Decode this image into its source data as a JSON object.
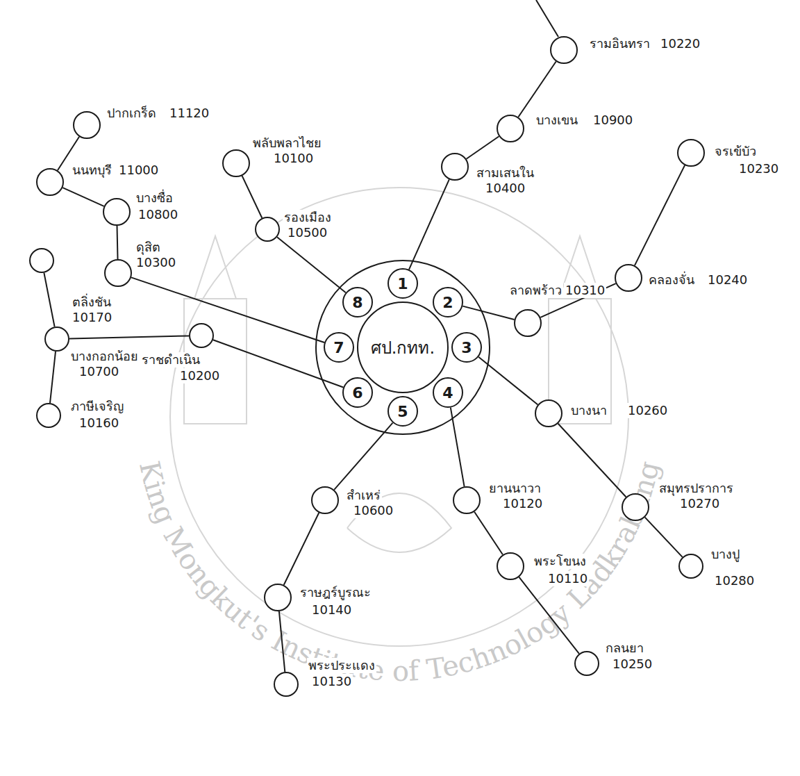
{
  "diagram": {
    "nodes": [
      {
        "text": [
          "ศป.กทท."
        ]
      },
      {
        "text": [
          "1"
        ]
      },
      {
        "text": [
          "2"
        ]
      },
      {
        "text": [
          "3"
        ]
      },
      {
        "text": [
          "4"
        ]
      },
      {
        "text": [
          "5"
        ]
      },
      {
        "text": [
          "6"
        ]
      },
      {
        "text": [
          "7"
        ]
      },
      {
        "text": [
          "8"
        ]
      },
      {
        "text": [
          "ปากเกร็ด",
          "11120"
        ]
      },
      {
        "text": [
          "นนทบุรี",
          "11000"
        ]
      },
      {
        "text": [
          "บางซื่อ",
          "10800"
        ]
      },
      {
        "text": [
          "ดุสิต",
          "10300"
        ]
      },
      {
        "text": [
          "พลับพลาไชย",
          "10100"
        ]
      },
      {
        "text": [
          "รองเมือง",
          "10500"
        ]
      },
      {
        "text": [
          "สามเสนใน",
          "10400"
        ]
      },
      {
        "text": [
          "บางเขน",
          "10900"
        ]
      },
      {
        "text": [
          "รามอินทรา",
          "10220"
        ]
      },
      {
        "text": [
          "จรเข้บัว",
          "10230"
        ]
      },
      {
        "text": [
          "คลองจั่น",
          "10240"
        ]
      },
      {
        "text": [
          "ลาดพร้าว",
          "10310"
        ]
      },
      {
        "text": [
          "ตลิ่งชัน",
          "10170"
        ]
      },
      {
        "text": [
          "บางกอกน้อย",
          "10700"
        ]
      },
      {
        "text": [
          "ราชดำเนิน",
          "10200"
        ]
      },
      {
        "text": [
          "บางนา",
          "10260"
        ]
      },
      {
        "text": [
          "สมุทรปราการ",
          "10270"
        ]
      },
      {
        "text": [
          "บางปู",
          "10280"
        ]
      },
      {
        "text": [
          "ยานนาวา",
          "10120"
        ]
      },
      {
        "text": [
          "ภาษีเจริญ",
          "10160"
        ]
      },
      {
        "text": [
          "สำเหร่",
          "10600"
        ]
      },
      {
        "text": [
          "พระโขนง",
          "10110"
        ]
      },
      {
        "text": [
          "ราษฎร์บูรณะ",
          "10140"
        ]
      },
      {
        "text": [
          "พระประแดง",
          "10130"
        ]
      },
      {
        "text": [
          "กลนยา",
          "10250"
        ]
      }
    ],
    "edges": [
      {
        "from": 1,
        "to": 15,
        "arrow": "none"
      },
      {
        "from": 15,
        "to": 16,
        "arrow": "none"
      },
      {
        "from": 16,
        "to": 17,
        "arrow": "none"
      },
      {
        "from": 2,
        "to": 20,
        "arrow": "none"
      },
      {
        "from": 20,
        "to": 19,
        "arrow": "none"
      },
      {
        "from": 19,
        "to": 18,
        "arrow": "none"
      },
      {
        "from": 3,
        "to": 24,
        "arrow": "none"
      },
      {
        "from": 24,
        "to": 25,
        "arrow": "none"
      },
      {
        "from": 25,
        "to": 26,
        "arrow": "none"
      },
      {
        "from": 4,
        "to": 27,
        "arrow": "none"
      },
      {
        "from": 27,
        "to": 30,
        "arrow": "none"
      },
      {
        "from": 30,
        "to": 33,
        "arrow": "none"
      },
      {
        "from": 5,
        "to": 29,
        "arrow": "none"
      },
      {
        "from": 29,
        "to": 31,
        "arrow": "none"
      },
      {
        "from": 31,
        "to": 32,
        "arrow": "none"
      },
      {
        "from": 6,
        "to": 23,
        "arrow": "none"
      },
      {
        "from": 23,
        "to": 22,
        "arrow": "none"
      },
      {
        "from": 22,
        "to": 21,
        "arrow": "none"
      },
      {
        "from": 22,
        "to": 28,
        "arrow": "none"
      },
      {
        "from": 7,
        "to": 12,
        "arrow": "none"
      },
      {
        "from": 12,
        "to": 11,
        "arrow": "none"
      },
      {
        "from": 11,
        "to": 10,
        "arrow": "none"
      },
      {
        "from": 10,
        "to": 9,
        "arrow": "none"
      },
      {
        "from": 8,
        "to": 14,
        "arrow": "none"
      },
      {
        "from": 14,
        "to": 13,
        "arrow": "none"
      }
    ],
    "labels": [
      "King Mongkut's Institute of Technology Ladkrabang"
    ]
  }
}
